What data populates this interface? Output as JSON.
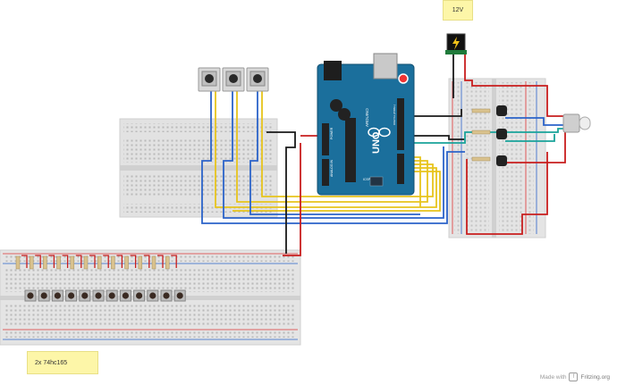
{
  "notes": {
    "power_label": "12V",
    "ic_label": "2x 74hc165"
  },
  "arduino": {
    "brand": "ARDUINO",
    "model": "UNO",
    "power_header_label": "POWER",
    "analog_header_label": "ANALOG IN",
    "digital_header_label": "DIGITAL (PWM~)",
    "icsp_label": "ICSP",
    "board_color": "#1b6f9c"
  },
  "credit": {
    "prefix": "Made with",
    "brand": "Fritzing.org"
  },
  "wire_colors": {
    "red": "#c81e1e",
    "black": "#1a1a1a",
    "blue": "#2b63c9",
    "yellow": "#e7c41c",
    "teal": "#19a39a"
  },
  "components": {
    "potentiometers": 3,
    "push_buttons": 12,
    "transistors": 3,
    "rgb_led": 1,
    "dc_jack": 1
  }
}
